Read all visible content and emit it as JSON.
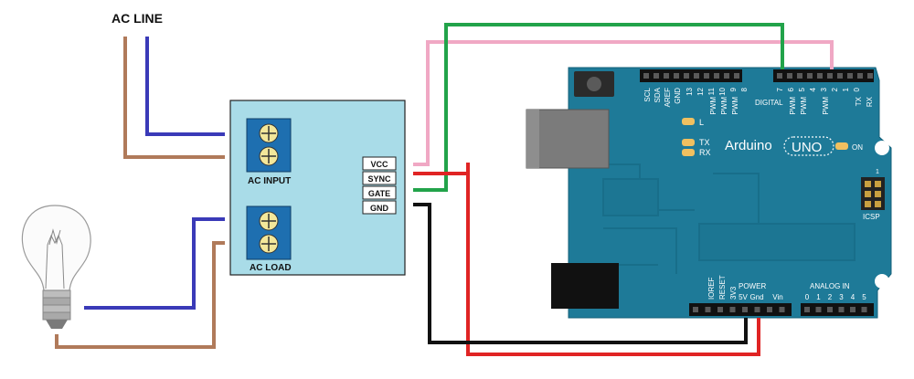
{
  "ac_line": {
    "label": "AC LINE"
  },
  "module": {
    "ac_input_label": "AC INPUT",
    "ac_load_label": "AC LOAD",
    "pins": [
      "VCC",
      "SYNC",
      "GATE",
      "GND"
    ]
  },
  "arduino": {
    "brand": "Arduino",
    "model": "UNO",
    "on_label": "ON",
    "led_l": "L",
    "led_tx": "TX",
    "led_rx": "RX",
    "digital_label": "DIGITAL",
    "icsp_label": "ICSP",
    "icsp_pin_1": "1",
    "power_label": "POWER",
    "analog_label": "ANALOG IN",
    "top_header_labels": [
      "SCL",
      "SDA",
      "AREF",
      "GND",
      "13",
      "12",
      "11",
      "10",
      "9",
      "8",
      "7",
      "6",
      "5",
      "4",
      "3",
      "2",
      "1",
      "0"
    ],
    "pwm_label": "PWM",
    "tx_pin": "TX",
    "rx_pin": "RX",
    "power_pins": [
      "IOREF",
      "RESET",
      "3V3",
      "5V",
      "Gnd",
      "Vin"
    ],
    "analog_pins": [
      "0",
      "1",
      "2",
      "3",
      "4",
      "5"
    ]
  },
  "colors": {
    "brown": "#b07a5a",
    "blue": "#3a3ab8",
    "green": "#22a34a",
    "pink": "#f0a8c4",
    "red": "#e02424",
    "black": "#111111",
    "module_fill": "#a9dce8",
    "terminal": "#1e6fb0",
    "board": "#1e7a98"
  }
}
